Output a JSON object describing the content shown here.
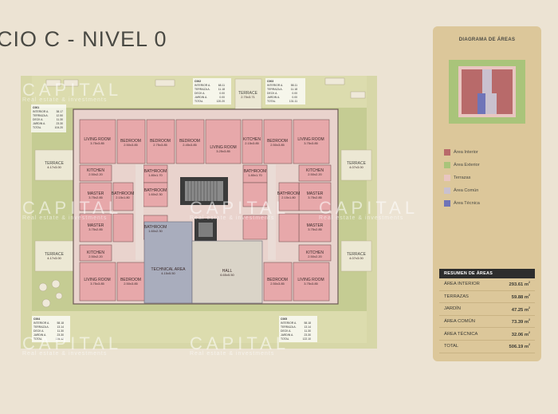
{
  "title": "CIO C - NIVEL 0",
  "watermark": {
    "brand": "CAPITAL",
    "tagline": "Real estate & investments"
  },
  "side_panel": {
    "title": "DIAGRAMA DE ÁREAS",
    "legend": [
      {
        "label": "Área Interior",
        "color": "#b86a6a"
      },
      {
        "label": "Área Exterior",
        "color": "#a9c47a"
      },
      {
        "label": "Terrazas",
        "color": "#e9c6c1"
      },
      {
        "label": "Área Común",
        "color": "#c9c1cf"
      },
      {
        "label": "Área Técnica",
        "color": "#6f74b8"
      }
    ],
    "summary": {
      "heading": "RESUMEN DE ÁREAS",
      "unit": "m",
      "rows": [
        {
          "label": "ÁREA INTERIOR",
          "value": "293.61"
        },
        {
          "label": "TERRAZAS",
          "value": "59.88"
        },
        {
          "label": "JARDÍN",
          "value": "47.25"
        },
        {
          "label": "ÁREA COMÚN",
          "value": "73.39"
        },
        {
          "label": "ÁREA TÉCNICA",
          "value": "32.06"
        },
        {
          "label": "TOTAL",
          "value": "506.19"
        }
      ]
    }
  },
  "plan": {
    "rooms": {
      "living_tl": {
        "name": "LIVING ROOM",
        "dim": "3.75x3.85"
      },
      "bedroom_t1": {
        "name": "BEDROOM",
        "dim": "2.50x3.85"
      },
      "bedroom_t2": {
        "name": "BEDROOM",
        "dim": "2.75x3.85"
      },
      "bedroom_t3": {
        "name": "BEDROOM",
        "dim": "2.45x3.85"
      },
      "living_tc": {
        "name": "LIVING ROOM",
        "dim": "3.25x3.85"
      },
      "kitchen_tc": {
        "name": "KITCHEN",
        "dim": "2.15x3.85"
      },
      "bedroom_t4": {
        "name": "BEDROOM",
        "dim": "2.50x3.85"
      },
      "living_tr": {
        "name": "LIVING ROOM",
        "dim": "3.75x3.85"
      },
      "kitchen_l1": {
        "name": "KITCHEN",
        "dim": "2.50x2.20"
      },
      "kitchen_r1": {
        "name": "KITCHEN",
        "dim": "2.50x2.20"
      },
      "bathroom_c1": {
        "name": "BATHROOM",
        "dim": "1.80x1.70"
      },
      "bathroom_c2": {
        "name": "BATHROOM",
        "dim": "1.80x1.70"
      },
      "bathroom_c3": {
        "name": "BATHROOM",
        "dim": "1.60x2.30"
      },
      "master_l1": {
        "name": "MASTER",
        "dim": "3.75x2.85"
      },
      "master_r1": {
        "name": "MASTER",
        "dim": "3.75x2.85"
      },
      "bathroom_l": {
        "name": "BATHROOM",
        "dim": "2.15x1.80"
      },
      "bathroom_r": {
        "name": "BATHROOM",
        "dim": "2.15x1.80"
      },
      "master_l2": {
        "name": "MASTER",
        "dim": "3.75x2.85"
      },
      "master_r2": {
        "name": "MASTER",
        "dim": "3.75x2.85"
      },
      "bathroom_c4": {
        "name": "BATHROOM",
        "dim": "1.60x2.30"
      },
      "kitchen_l2": {
        "name": "KITCHEN",
        "dim": "2.50x2.20"
      },
      "kitchen_r2": {
        "name": "KITCHEN",
        "dim": "2.50x2.20"
      },
      "living_bl": {
        "name": "LIVING ROOM",
        "dim": "3.75x3.85"
      },
      "bedroom_b1": {
        "name": "BEDROOM",
        "dim": "2.50x3.85"
      },
      "bedroom_b2": {
        "name": "BEDROOM",
        "dim": "2.50x3.85"
      },
      "living_br": {
        "name": "LIVING ROOM",
        "dim": "3.75x3.85"
      },
      "technical": {
        "name": "TECHNICAL AREA",
        "dim": "4.15x5.50"
      },
      "hall": {
        "name": "HALL",
        "dim": "6.65x5.50"
      },
      "terrace_tl": {
        "name": "TERRACE",
        "dim": "4.17x3.00"
      },
      "terrace_tr": {
        "name": "TERRACE",
        "dim": "4.07x3.00"
      },
      "terrace_bl": {
        "name": "TERRACE",
        "dim": "4.17x3.00"
      },
      "terrace_br": {
        "name": "TERRACE",
        "dim": "4.07x3.00"
      },
      "terrace_top": {
        "name": "TERRACE",
        "dim": "2.70x3.71"
      }
    },
    "unit_tables": [
      {
        "id": "C001",
        "rows": [
          [
            "INTERIOR A.",
            "38.17"
          ],
          [
            "TERRAZA A.",
            "12.50"
          ],
          [
            "DECK A.",
            "11.30"
          ],
          [
            "JARDIN A.",
            "23.30"
          ],
          [
            "TOTAL",
            "104.20"
          ]
        ]
      },
      {
        "id": "C002",
        "rows": [
          [
            "INTERIOR A.",
            "68.11"
          ],
          [
            "TERRAZA A.",
            "11.18"
          ],
          [
            "DECK A.",
            "0.00"
          ],
          [
            "JARDIN A.",
            "0.00"
          ],
          [
            "TOTAL",
            "120.20"
          ]
        ]
      },
      {
        "id": "C003",
        "rows": [
          [
            "INTERIOR A.",
            "58.11"
          ],
          [
            "TERRAZA A.",
            "11.18"
          ],
          [
            "DECK A.",
            "0.00"
          ],
          [
            "JARDIN A.",
            "0.00"
          ],
          [
            "TOTAL",
            "131.11"
          ]
        ]
      },
      {
        "id": "C004",
        "rows": [
          [
            "INTERIOR A.",
            "58.18"
          ],
          [
            "TERRAZA A.",
            "13.14"
          ],
          [
            "DECK A.",
            "11.30"
          ],
          [
            "JARDIN A.",
            "23.30"
          ],
          [
            "TOTAL",
            "125.12"
          ]
        ]
      },
      {
        "id": "C005",
        "rows": [
          [
            "INTERIOR A.",
            "58.18"
          ],
          [
            "TERRAZA A.",
            "13.14"
          ],
          [
            "DECK A.",
            "11.30"
          ],
          [
            "JARDIN A.",
            "23.30"
          ],
          [
            "TOTAL",
            "122.10"
          ]
        ]
      }
    ]
  }
}
